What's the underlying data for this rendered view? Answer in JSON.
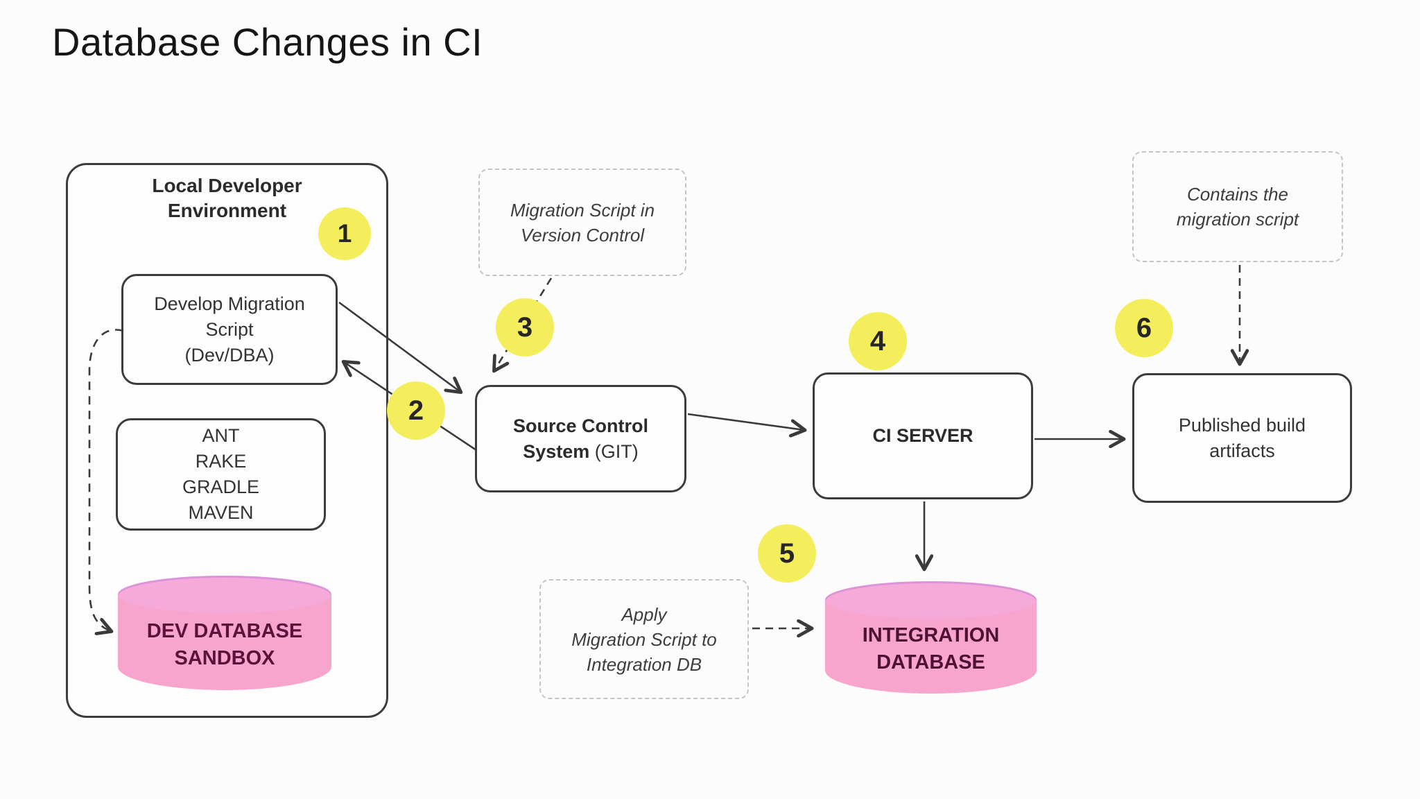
{
  "title": "Database Changes in CI",
  "colors": {
    "background": "#FCFCFC",
    "node_border": "#3C3C3C",
    "note_border": "#C3C3C3",
    "badge_yellow": "#F5EE5C",
    "db_pink_body": "#F8A5CE",
    "db_pink_top": "#F5AADA",
    "dev_db_text": "#5A1239",
    "integration_db_text": "#4E1134"
  },
  "container": {
    "label_line1": "Local Developer",
    "label_line2": "Environment"
  },
  "nodes": {
    "develop_script": {
      "line1": "Develop Migration",
      "line2": "Script",
      "line3": "(Dev/DBA)"
    },
    "build_tools": {
      "line1": "ANT",
      "line2": "RAKE",
      "line3": "GRADLE",
      "line4": "MAVEN"
    },
    "dev_db_sandbox": {
      "line1": "DEV DATABASE",
      "line2": "SANDBOX"
    },
    "source_control": {
      "line1_bold": "Source Control",
      "line2_bold": "System",
      "line2_normal": "(GIT)"
    },
    "ci_server": {
      "label": "CI SERVER"
    },
    "published_artifacts": {
      "line1": "Published build",
      "line2": "artifacts"
    },
    "integration_db": {
      "line1": "INTEGRATION",
      "line2": "DATABASE"
    }
  },
  "notes": {
    "version_control": {
      "line1": "Migration Script in",
      "line2": "Version Control"
    },
    "contains_script": {
      "line1": "Contains the",
      "line2": "migration script"
    },
    "apply_script": {
      "line1": "Apply",
      "line2": "Migration Script to",
      "line3": "Integration DB"
    }
  },
  "badges": {
    "b1": "1",
    "b2": "2",
    "b3": "3",
    "b4": "4",
    "b5": "5",
    "b6": "6"
  }
}
